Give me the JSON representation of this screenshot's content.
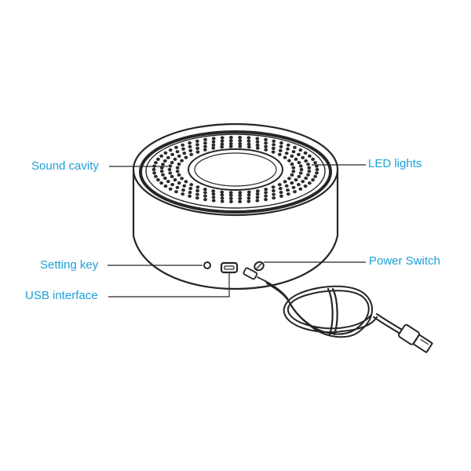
{
  "colors": {
    "label_text": "#1ba1d8",
    "line": "#262626"
  },
  "labels": {
    "sound_cavity": "Sound cavity",
    "led_lights": "LED lights",
    "setting_key": "Setting key",
    "power_switch": "Power Switch",
    "usb_interface": "USB interface"
  }
}
